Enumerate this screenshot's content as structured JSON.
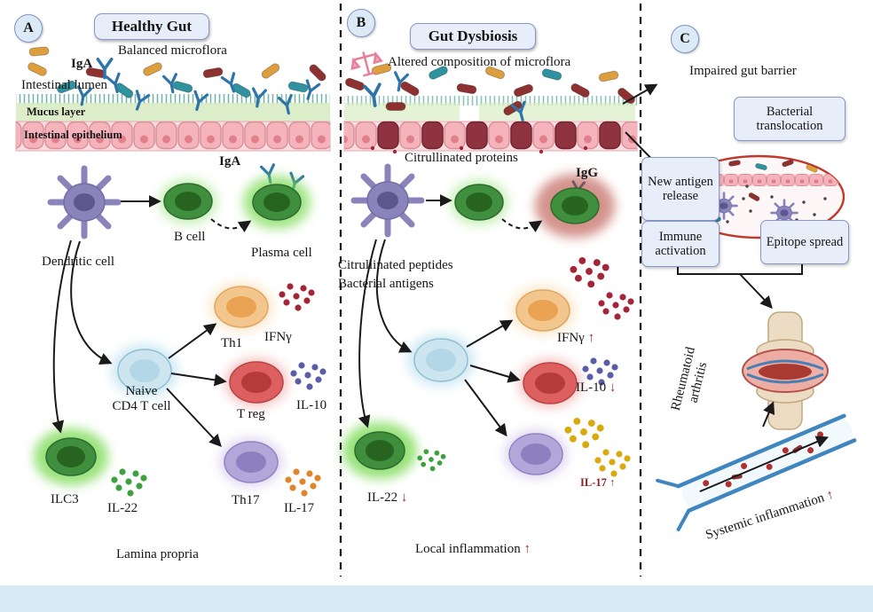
{
  "panelA": {
    "badge": "A",
    "title": "Healthy Gut",
    "balanced": "Balanced microflora",
    "iga_top": "IgA",
    "intestinal_lumen": "Intestinal lumen",
    "mucus_layer": "Mucus layer",
    "intestinal_epithelium": "Intestinal epithelium",
    "iga_secreted": "IgA",
    "dendritic_cell": "Dendritic cell",
    "b_cell": "B cell",
    "plasma_cell": "Plasma cell",
    "naive_line1": "Naive",
    "naive_line2": "CD4 T cell",
    "th1": "Th1",
    "ifng": "IFNγ",
    "treg": "T reg",
    "il10": "IL-10",
    "th17": "Th17",
    "il17": "IL-17",
    "ilc3": "ILC3",
    "il22": "IL-22",
    "lamina_propria": "Lamina propria"
  },
  "panelB": {
    "badge": "B",
    "title": "Gut Dysbiosis",
    "altered": "Altered composition of microflora",
    "citrullinated_proteins": "Citrullinated proteins",
    "igg": "IgG",
    "citrullinated_peptides": "Citrullinated peptides",
    "bacterial_antigens": "Bacterial antigens",
    "ifng": "IFNγ",
    "ifng_dir": "↑",
    "il10": "IL-10",
    "il10_dir": "↓",
    "il17": "IL-17",
    "il17_dir": "↑",
    "il22": "IL-22",
    "il22_dir": "↓",
    "local_inflammation": "Local inflammation",
    "local_dir": "↑"
  },
  "panelC": {
    "badge": "C",
    "impaired": "Impaired gut barrier",
    "bacterial_translocation": "Bacterial translocation",
    "new_antigen_release": "New antigen release",
    "immune_activation": "Immune activation",
    "epitope_spread": "Epitope spread",
    "rheumatoid_line1": "Rheumatoid",
    "rheumatoid_line2": "arthritis",
    "systemic_inflammation": "Systemic inflammation",
    "systemic_dir": "↑"
  },
  "colors": {
    "accent_red": "#9e2b25",
    "antibody_blue": "#2f74a8",
    "bacteria_orange": "#dd9e3e",
    "bacteria_teal": "#2f929e",
    "bacteria_maroon": "#8e3131",
    "box_fill": "#e7edf9",
    "box_border": "#8598c8",
    "healthy_glow_green": "#76d94e",
    "inflamed_red": "#b03a2e"
  }
}
